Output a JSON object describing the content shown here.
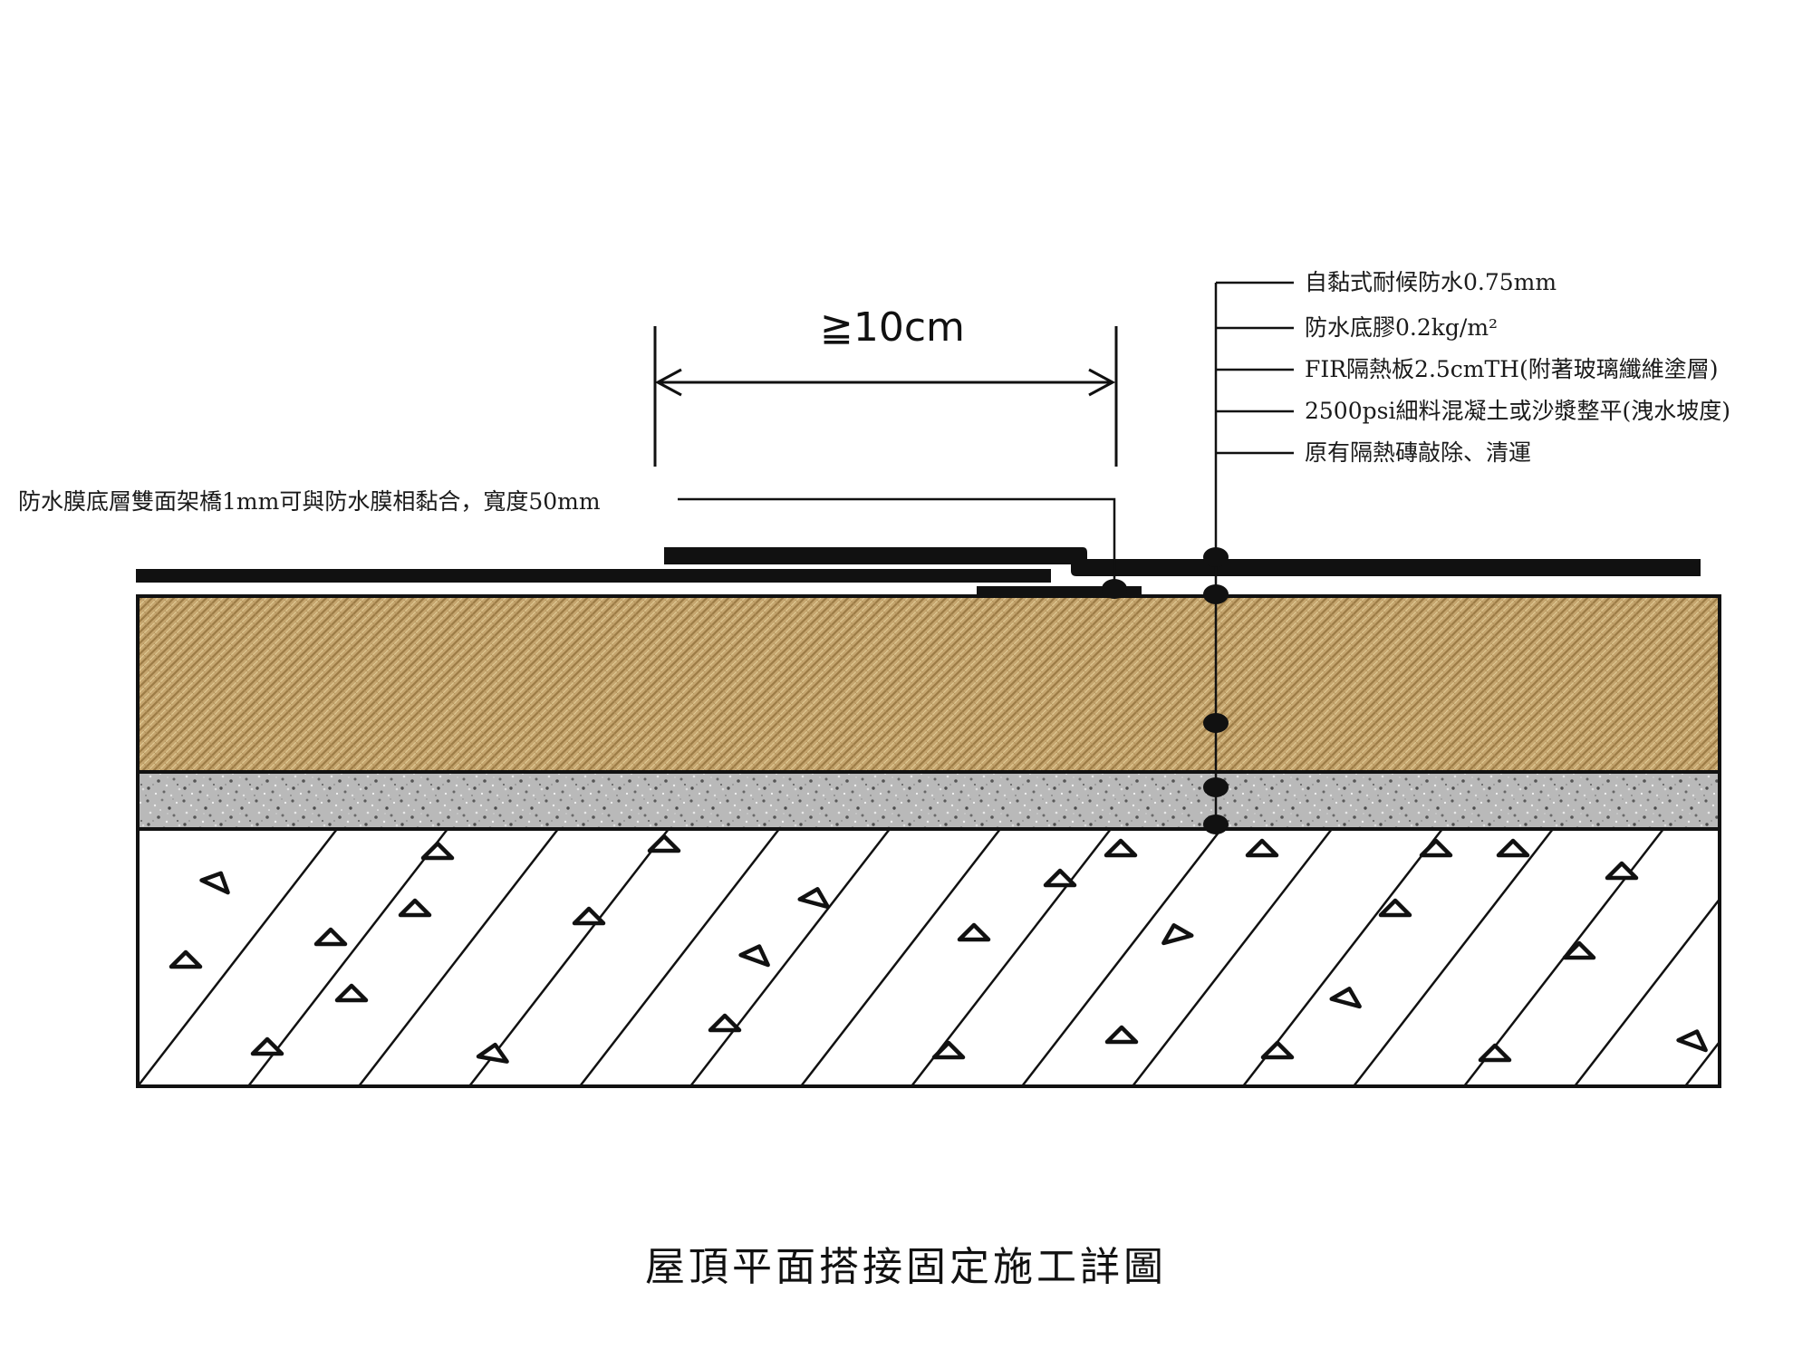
{
  "drawing": {
    "title": "屋頂平面搭接固定施工詳圖",
    "dimension_label": "≧10cm",
    "overlap_strip_label": "防水膜底層雙面架橋1mm可與防水膜相黏合，寬度50mm",
    "layer_labels": [
      "自黏式耐候防水0.75mm",
      "防水底膠0.2kg/m²",
      "FIR隔熱板2.5cmTH(附著玻璃纖維塗層)",
      "2500psi細料混凝土或沙漿整平(洩水坡度)",
      "原有隔熱磚敲除、清運"
    ]
  },
  "colors": {
    "insulation_base": "#c5a56e",
    "insulation_dark": "#9c7b45",
    "insulation_light": "#e0c994",
    "mortar_base": "#b9b9b9",
    "mortar_dark": "#5a5a5a",
    "mortar_light": "#efefef",
    "line": "#111111"
  },
  "icons": {
    "leader_dot": "filled-ellipse",
    "aggregate": "triangle-outline"
  }
}
